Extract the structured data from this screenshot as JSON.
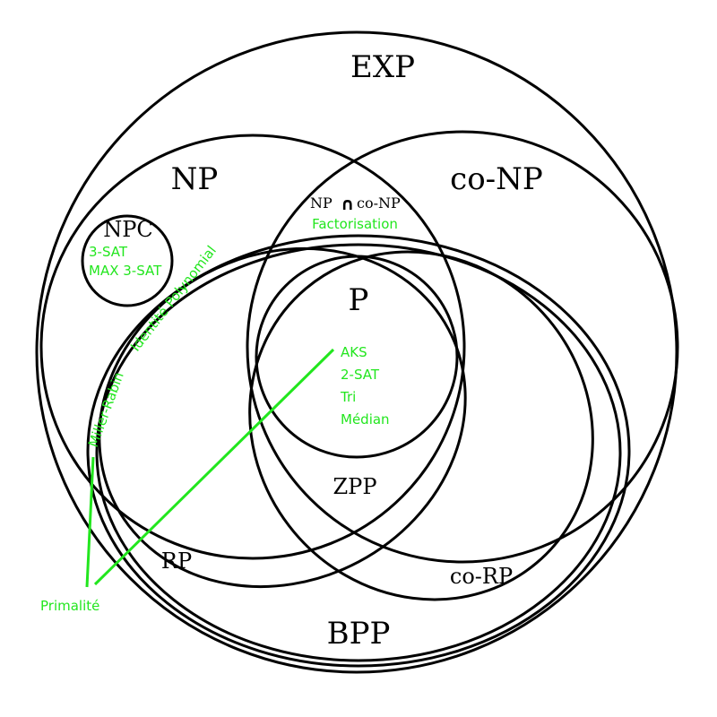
{
  "colors": {
    "outline": "#000000",
    "problem_text": "#22e61e",
    "background": "#ffffff"
  },
  "classes": {
    "exp": "EXP",
    "np": "NP",
    "co_np": "co-NP",
    "npc": "NPC",
    "np_inter": "NP",
    "np_inter_cap": "∩",
    "np_inter_co": "co-NP",
    "p": "P",
    "zpp": "ZPP",
    "rp": "RP",
    "co_rp": "co-RP",
    "bpp": "BPP"
  },
  "problems": {
    "npc": [
      "3-SAT",
      "MAX 3-SAT"
    ],
    "factorisation": "Factorisation",
    "polynomial_identity": "Identité Polynomial",
    "miller_rabin": "Miller-Rabin",
    "p_list": [
      "AKS",
      "2-SAT",
      "Tri",
      "Médian"
    ],
    "primality": "Primalité"
  }
}
